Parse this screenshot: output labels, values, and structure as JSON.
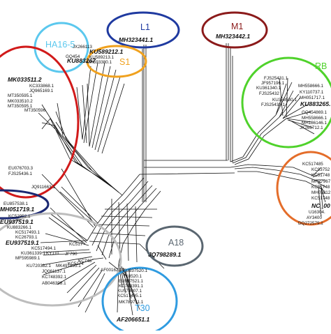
{
  "colors": {
    "L1": "#1f3aa0",
    "M1": "#8b1a1a",
    "HA16-5": "#5bc8ee",
    "S1": "#f0a11e",
    "RB": "#4fd22b",
    "red": "#d11a1a",
    "navy": "#1b2872",
    "grey": "#bdbdbd",
    "A18": "#5a6670",
    "T30": "#2f9be0",
    "orange": "#e46d2a",
    "branch": "#111111"
  },
  "groups": {
    "L1": {
      "label": "L1",
      "accession": "MH323441.1"
    },
    "M1": {
      "label": "M1",
      "accession": "MH323442.1"
    },
    "HA16-5": {
      "label": "HA16-5"
    },
    "S1": {
      "label": "S1"
    },
    "RB": {
      "label": "RB"
    },
    "A18": {
      "label": "A18",
      "accession": "JQ798289.1"
    },
    "T30": {
      "label": "T30",
      "accession": "AF206651.1"
    }
  },
  "leaves": {
    "top_mid": [
      "JX266113",
      "KU589212.1",
      "KU589213.1",
      "KU883267",
      "MH593380.1",
      "GQ454"
    ],
    "rb": [
      "FJS25431.1",
      "JF957196.1",
      "KU361340.1",
      "FJS25432",
      "KU358530.1",
      "FJS25433.1",
      "MH558666.1",
      "KY110737.1",
      "MH051717.1",
      "KU883265.",
      "GQ454869.1",
      "MH558666.1",
      "MH186146.1",
      "JX266712.1"
    ],
    "left_red": [
      "MK033511.2",
      "KC333868.1",
      "JQ965169.1",
      "MT350595.1",
      "MK033510.2",
      "MT350595.1",
      "MT350596"
    ],
    "left_mid": [
      "EU076703.3",
      "FJS25436.1",
      "JQ911663.1"
    ],
    "navy_group": [
      "EU857538.1",
      "MH051719.1",
      "KC52952.1"
    ],
    "grey_group": [
      "EU937519.1",
      "KU883266.1",
      "KC517493.1",
      "KC26793.1",
      "EU937519.1",
      "KC517494.1",
      "KU361339.1",
      "KY110",
      "MF595989.1",
      "KU720382.1",
      "JQ061137.1",
      "KC748392.1",
      "AB046398.1",
      "JF790",
      "KC517",
      "KC5174",
      "KC748",
      "MK491895.1",
      "AF001623.1"
    ],
    "t30": [
      "EU937520.1",
      "Y18520.1",
      "EU937521.1",
      "KC748391.1",
      "KU578007.1",
      "KC517495.1",
      "MK789711.1",
      "AF206651.1"
    ],
    "right_orange": [
      "KC517485",
      "KC93752",
      "KC51748",
      "MH27967",
      "KC51748",
      "MH01812",
      "KC51748",
      "NC_00",
      "U16304.",
      "AY3400",
      "DQ272579.1"
    ]
  }
}
